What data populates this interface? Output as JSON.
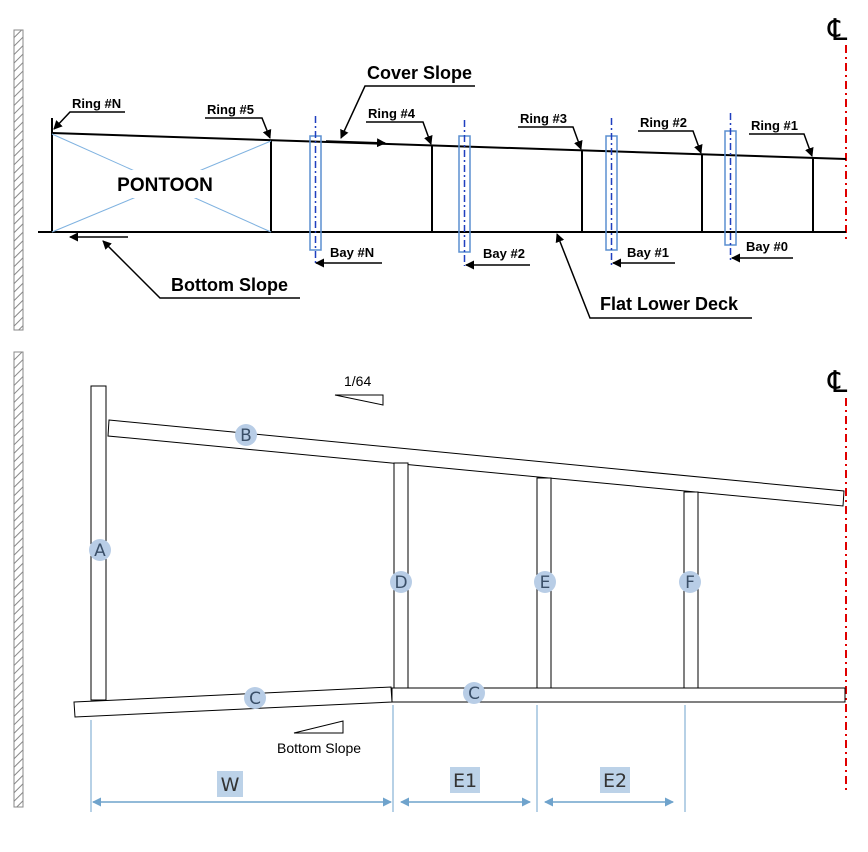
{
  "top": {
    "pontoon": "PONTOON",
    "rings": {
      "n": "Ring #N",
      "r5": "Ring #5",
      "r4": "Ring #4",
      "r3": "Ring #3",
      "r2": "Ring #2",
      "r1": "Ring #1"
    },
    "bays": {
      "n": "Bay #N",
      "b2": "Bay #2",
      "b1": "Bay #1",
      "b0": "Bay #0"
    },
    "cover_slope": "Cover Slope",
    "bottom_slope": "Bottom Slope",
    "flat_lower_deck": "Flat Lower Deck"
  },
  "bottom": {
    "slope_ratio": "1/64",
    "members": {
      "A": "A",
      "B": "B",
      "C1": "C",
      "C2": "C",
      "D": "D",
      "E": "E",
      "F": "F"
    },
    "bottom_slope": "Bottom Slope",
    "dims": {
      "W": "W",
      "E1": "E1",
      "E2": "E2"
    }
  },
  "centerline_symbol": "℄",
  "colors": {
    "line": "#000000",
    "bay_box": "#5b8fd0",
    "bay_axis": "#1f3fbf",
    "centerline": "#e00000",
    "label_circle": "#b8cde6",
    "dim_line": "#6fa3cc",
    "dim_label_bg": "#bcd2e8",
    "pontoon_cross": "#7fb2e0"
  }
}
